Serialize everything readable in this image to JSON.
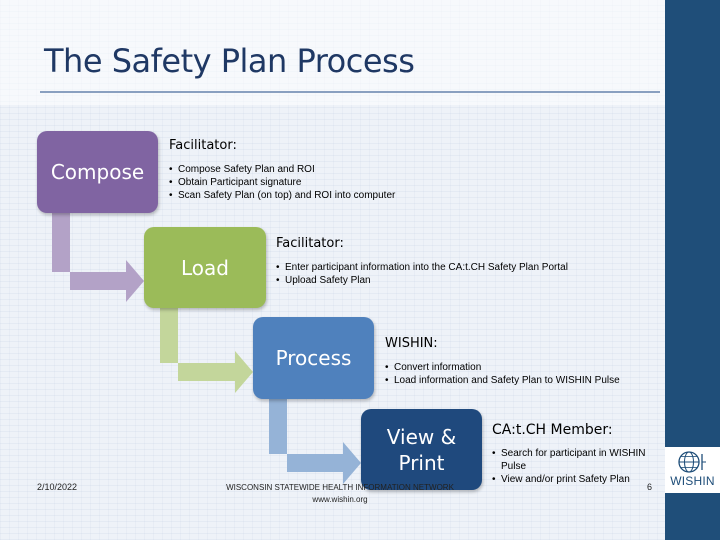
{
  "slide": {
    "title": "The Safety Plan Process"
  },
  "steps": [
    {
      "box_label": "Compose",
      "role": "Facilitator:",
      "bullets": [
        "Compose Safety Plan and ROI",
        "Obtain Participant signature",
        "Scan Safety Plan (on top) and ROI into computer"
      ],
      "color": "#8064a2"
    },
    {
      "box_label": "Load",
      "role": "Facilitator:",
      "bullets": [
        "Enter participant information into the CA:t.CH Safety Plan Portal",
        "Upload Safety Plan"
      ],
      "color": "#9bbb59"
    },
    {
      "box_label": "Process",
      "role": "WISHIN:",
      "bullets": [
        "Convert information",
        "Load information and Safety Plan to WISHIN Pulse"
      ],
      "color": "#4f81bd"
    },
    {
      "box_label": "View & Print",
      "role": "CA:t.CH Member:",
      "bullets": [
        "Search for participant in WISHIN Pulse",
        "View and/or print Safety Plan"
      ],
      "color": "#1f497d"
    }
  ],
  "footer": {
    "date": "2/10/2022",
    "org_line1": "WISCONSIN STATEWIDE HEALTH INFORMATION NETWORK",
    "org_line2": "www.wishin.org",
    "page_number": "6"
  },
  "logo": {
    "text": "WISHIN",
    "icon": "globe-icon"
  },
  "colors": {
    "title": "#1f3864",
    "right_band": "#1f4e79",
    "arrow_1": "#b3a2c7",
    "arrow_2": "#c3d69b",
    "arrow_3": "#95b3d7"
  }
}
